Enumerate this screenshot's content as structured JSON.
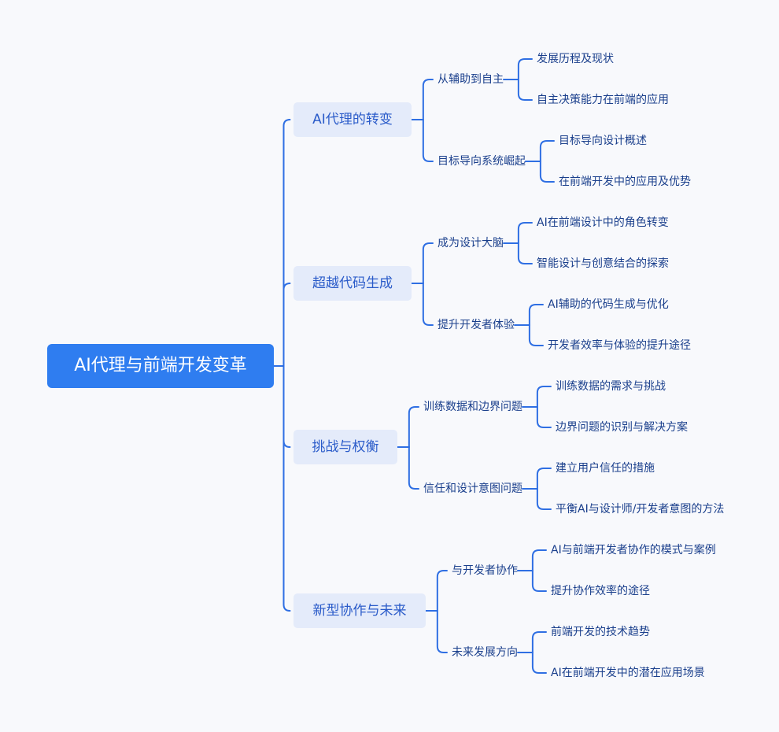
{
  "mindmap": {
    "root": "AI代理与前端开发变革",
    "branches": [
      {
        "label": "AI代理的转变",
        "children": [
          {
            "label": "从辅助到自主",
            "children": [
              "发展历程及现状",
              "自主决策能力在前端的应用"
            ]
          },
          {
            "label": "目标导向系统崛起",
            "children": [
              "目标导向设计概述",
              "在前端开发中的应用及优势"
            ]
          }
        ]
      },
      {
        "label": "超越代码生成",
        "children": [
          {
            "label": "成为设计大脑",
            "children": [
              "AI在前端设计中的角色转变",
              "智能设计与创意结合的探索"
            ]
          },
          {
            "label": "提升开发者体验",
            "children": [
              "AI辅助的代码生成与优化",
              "开发者效率与体验的提升途径"
            ]
          }
        ]
      },
      {
        "label": "挑战与权衡",
        "children": [
          {
            "label": "训练数据和边界问题",
            "children": [
              "训练数据的需求与挑战",
              "边界问题的识别与解决方案"
            ]
          },
          {
            "label": "信任和设计意图问题",
            "children": [
              "建立用户信任的措施",
              "平衡AI与设计师/开发者意图的方法"
            ]
          }
        ]
      },
      {
        "label": "新型协作与未来",
        "children": [
          {
            "label": "与开发者协作",
            "children": [
              "AI与前端开发者协作的模式与案例",
              "提升协作效率的途径"
            ]
          },
          {
            "label": "未来发展方向",
            "children": [
              "前端开发的技术趋势",
              "AI在前端开发中的潜在应用场景"
            ]
          }
        ]
      }
    ]
  }
}
